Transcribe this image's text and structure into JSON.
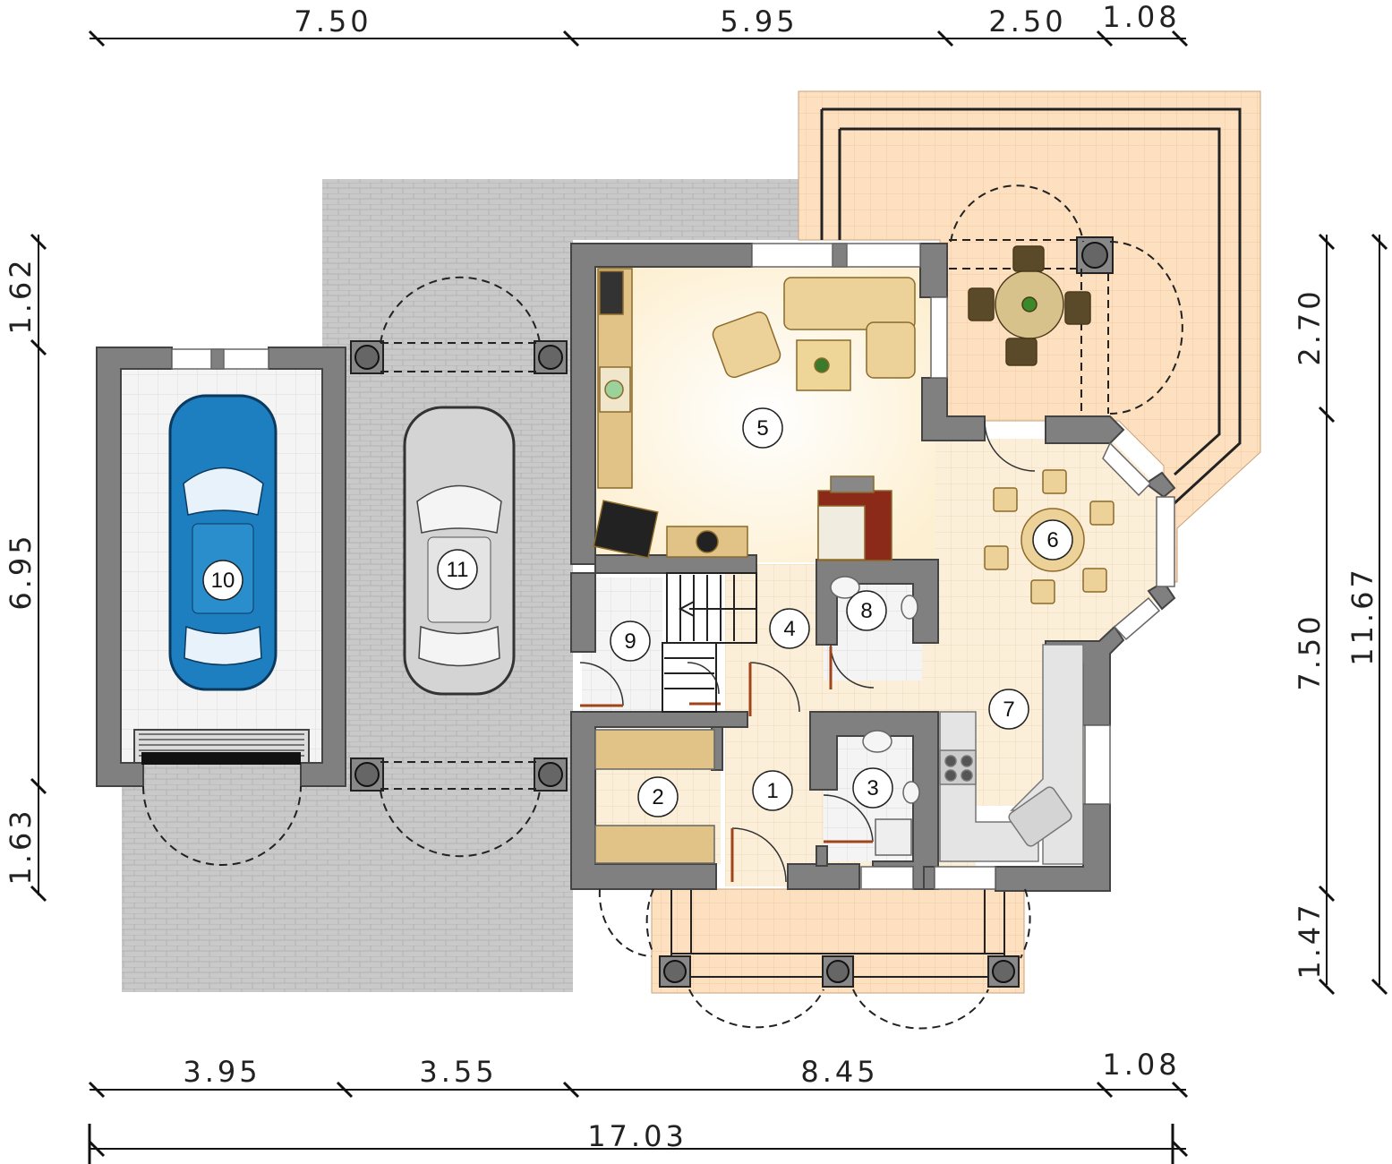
{
  "dimensions": {
    "top": [
      "7.50",
      "5.95",
      "2.50",
      "1.08"
    ],
    "bottom": [
      "3.95",
      "3.55",
      "8.45",
      "1.08"
    ],
    "bottom_total": "17.03",
    "left": [
      "1.62",
      "6.95",
      "1.63"
    ],
    "right_inner": [
      "2.70",
      "7.50",
      "1.47"
    ],
    "right_total": "11.67"
  },
  "rooms": [
    {
      "number": "1"
    },
    {
      "number": "2"
    },
    {
      "number": "3"
    },
    {
      "number": "4"
    },
    {
      "number": "5"
    },
    {
      "number": "6"
    },
    {
      "number": "7"
    },
    {
      "number": "8"
    },
    {
      "number": "9"
    },
    {
      "number": "10"
    },
    {
      "number": "11"
    }
  ],
  "colors": {
    "wall": "#808080",
    "paving": "#c8c8c8",
    "terrace": "#fde3c6",
    "living_floor": "#fff5dc",
    "tile_floor": "#fdf0d8",
    "garage_floor": "#f2f2f2",
    "car_blue": "#1e7fc0",
    "car_silver": "#d8d8d8",
    "furniture": "#e8c87f"
  }
}
